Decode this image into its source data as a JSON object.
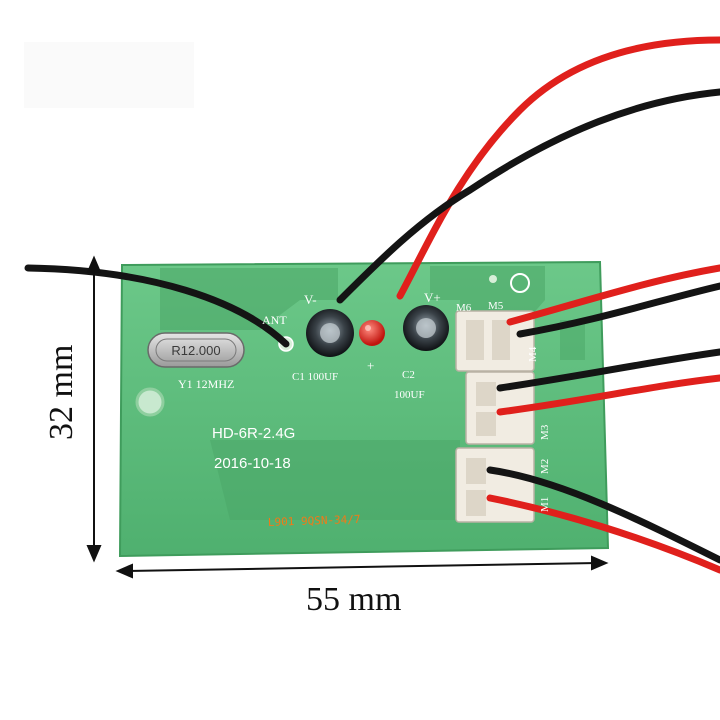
{
  "board": {
    "model": "HD-6R-2.4G",
    "date": "2016-10-18",
    "antenna_label": "ANT",
    "crystal_marking": "R12.000",
    "crystal_label": "Y1 12MHZ",
    "cap1_label": "C1 100UF",
    "cap2_label": "C2",
    "cap2_value": "100UF",
    "v_minus": "V-",
    "v_plus": "V+",
    "led_plus": "+",
    "m6": "M6",
    "m5": "M5",
    "m4": "M4",
    "m3": "M3",
    "m2": "M2",
    "m1": "M1",
    "batch_code": "L901 9QSN-34/7"
  },
  "dimensions": {
    "height": "32 mm",
    "width": "55 mm"
  },
  "colors": {
    "pcb_green": "#5fbe7c",
    "pcb_dark": "#3f9c5c",
    "wire_red": "#e0201c",
    "wire_black": "#141414",
    "connector": "#f1ece2"
  }
}
